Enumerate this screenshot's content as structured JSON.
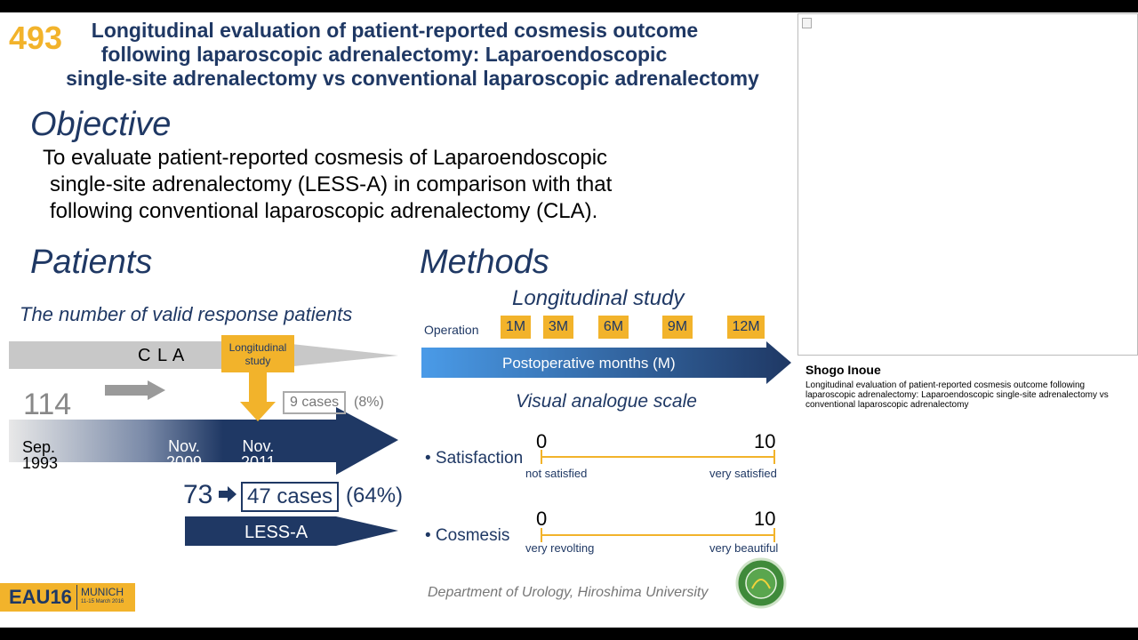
{
  "slide": {
    "number": "493",
    "title_lines": [
      "Longitudinal evaluation of patient-reported cosmesis outcome",
      "following laparoscopic adrenalectomy: Laparoendoscopic",
      "single-site adrenalectomy vs conventional laparoscopic adrenalectomy"
    ],
    "objective_heading": "Objective",
    "objective_lines": [
      "To evaluate patient-reported cosmesis of Laparoendoscopic",
      "single-site adrenalectomy (LESS-A) in comparison with that",
      "following conventional laparoscopic adrenalectomy (CLA)."
    ],
    "patients": {
      "heading": "Patients",
      "subheading": "The number of valid response patients",
      "cla_label": "C L A",
      "longitudinal_label": "Longitudinal study",
      "cla_total": "114",
      "cla_cases": "9 cases",
      "cla_percent": "(8%)",
      "timeline_dates": [
        {
          "month": "Sep.",
          "year": "1993"
        },
        {
          "month": "Nov.",
          "year": "2009"
        },
        {
          "month": "Nov.",
          "year": "2011"
        }
      ],
      "less_total": "73",
      "less_cases": "47 cases",
      "less_percent": "(64%)",
      "less_label": "LESS-A"
    },
    "methods": {
      "heading": "Methods",
      "longitudinal_heading": "Longitudinal study",
      "operation_label": "Operation",
      "months": [
        "1M",
        "3M",
        "6M",
        "9M",
        "12M"
      ],
      "postop_label": "Postoperative months (M)",
      "vas_heading": "Visual analogue scale",
      "scales": [
        {
          "label": "• Satisfaction",
          "min": "0",
          "max": "10",
          "min_text": "not satisfied",
          "max_text": "very satisfied"
        },
        {
          "label": "• Cosmesis",
          "min": "0",
          "max": "10",
          "min_text": "very revolting",
          "max_text": "very beautiful"
        }
      ]
    },
    "footer": {
      "eau_logo_text": "EAU16",
      "eau_city": "MUNICH",
      "eau_dates": "11-15 March 2016",
      "department": "Department of Urology, Hiroshima University"
    }
  },
  "panel": {
    "speaker": "Shogo Inoue",
    "talk_title": "Longitudinal evaluation of patient-reported cosmesis outcome following laparoscopic adrenalectomy: Laparoendoscopic single-site adrenalectomy vs conventional laparoscopic adrenalectomy"
  },
  "colors": {
    "navy": "#1f3864",
    "gold": "#f2b32b",
    "blue_light": "#4a8fd8",
    "gray": "#c8c8c8"
  }
}
